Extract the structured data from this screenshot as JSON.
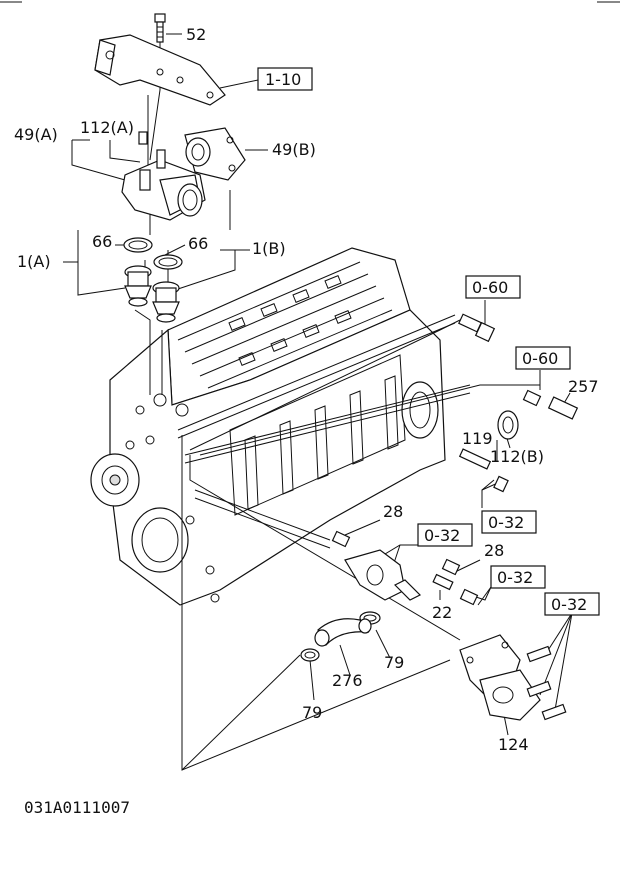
{
  "diagram_id": "031A0111007",
  "labels": {
    "p52": "52",
    "p1_10": "1-10",
    "p49a": "49(A)",
    "p112a": "112(A)",
    "p49b": "49(B)",
    "p66a": "66",
    "p66b": "66",
    "p1a": "1(A)",
    "p1b": "1(B)",
    "p0_60a": "0-60",
    "p0_60b": "0-60",
    "p257": "257",
    "p119": "119",
    "p112b": "112(B)",
    "p0_32a": "0-32",
    "p28a": "28",
    "p0_32b": "0-32",
    "p28b": "28",
    "p0_32c": "0-32",
    "p22": "22",
    "p0_32d": "0-32",
    "p79a": "79",
    "p276": "276",
    "p79b": "79",
    "p124": "124"
  }
}
